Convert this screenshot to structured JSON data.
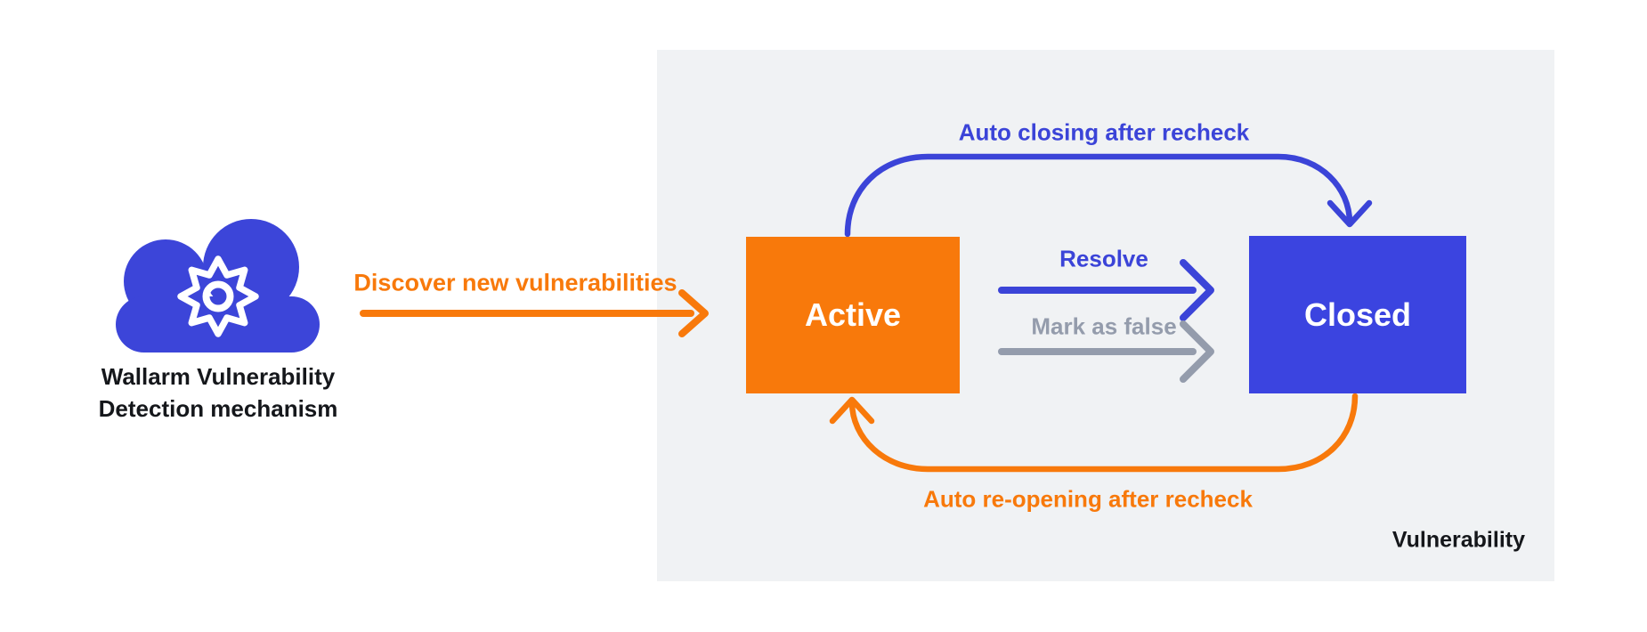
{
  "source": {
    "icon": "cloud-gear-icon",
    "label_line1": "Wallarm Vulnerability",
    "label_line2": "Detection mechanism"
  },
  "flow_in": {
    "label": "Discover new vulnerabilities"
  },
  "states": {
    "active": "Active",
    "closed": "Closed"
  },
  "transitions": {
    "auto_closing": "Auto closing after recheck",
    "resolve": "Resolve",
    "mark_false": "Mark as false",
    "auto_reopening": "Auto re-opening after recheck"
  },
  "panel": {
    "label": "Vulnerability"
  },
  "colors": {
    "orange": "#F8790B",
    "blue_arrow": "#3B44D8",
    "blue_box": "#3B44E0",
    "blue_cloud": "#3C45D9",
    "gray_arrow": "#949CAC",
    "panel_bg": "#F0F2F4",
    "text_black": "#15171B",
    "box_text": "#FFFFFF"
  }
}
